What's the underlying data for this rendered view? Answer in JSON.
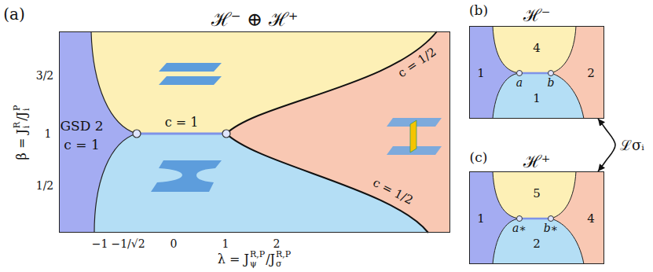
{
  "diagram": {
    "nodes": [
      {
        "text": [
          "ℋ⁻ ⊕ ℋ⁺"
        ]
      },
      {
        "text": [
          "ℋ⁻"
        ]
      },
      {
        "text": [
          "ℋ⁺"
        ]
      }
    ],
    "edges": [
      {
        "from": 1,
        "to": 2,
        "arrow": "both",
        "label": "ℒσᵢ"
      }
    ],
    "labels": [
      "(a)",
      "GSD 2",
      "c = 1",
      "c = 1",
      "c = 1/2",
      "c = 1/2",
      "3/2",
      "1",
      "1/2",
      "−1",
      "−1/√2",
      "0",
      "1",
      "2",
      "β = J",
      "R",
      "i",
      "/J",
      "P",
      "i",
      "λ = J",
      "R,P",
      "ψ",
      "/J",
      "R,P",
      "σ",
      "(b)",
      "1",
      "4",
      "1",
      "2",
      "a",
      "b",
      "(c)",
      "1",
      "5",
      "2",
      "4",
      "a∗",
      "b∗"
    ]
  }
}
